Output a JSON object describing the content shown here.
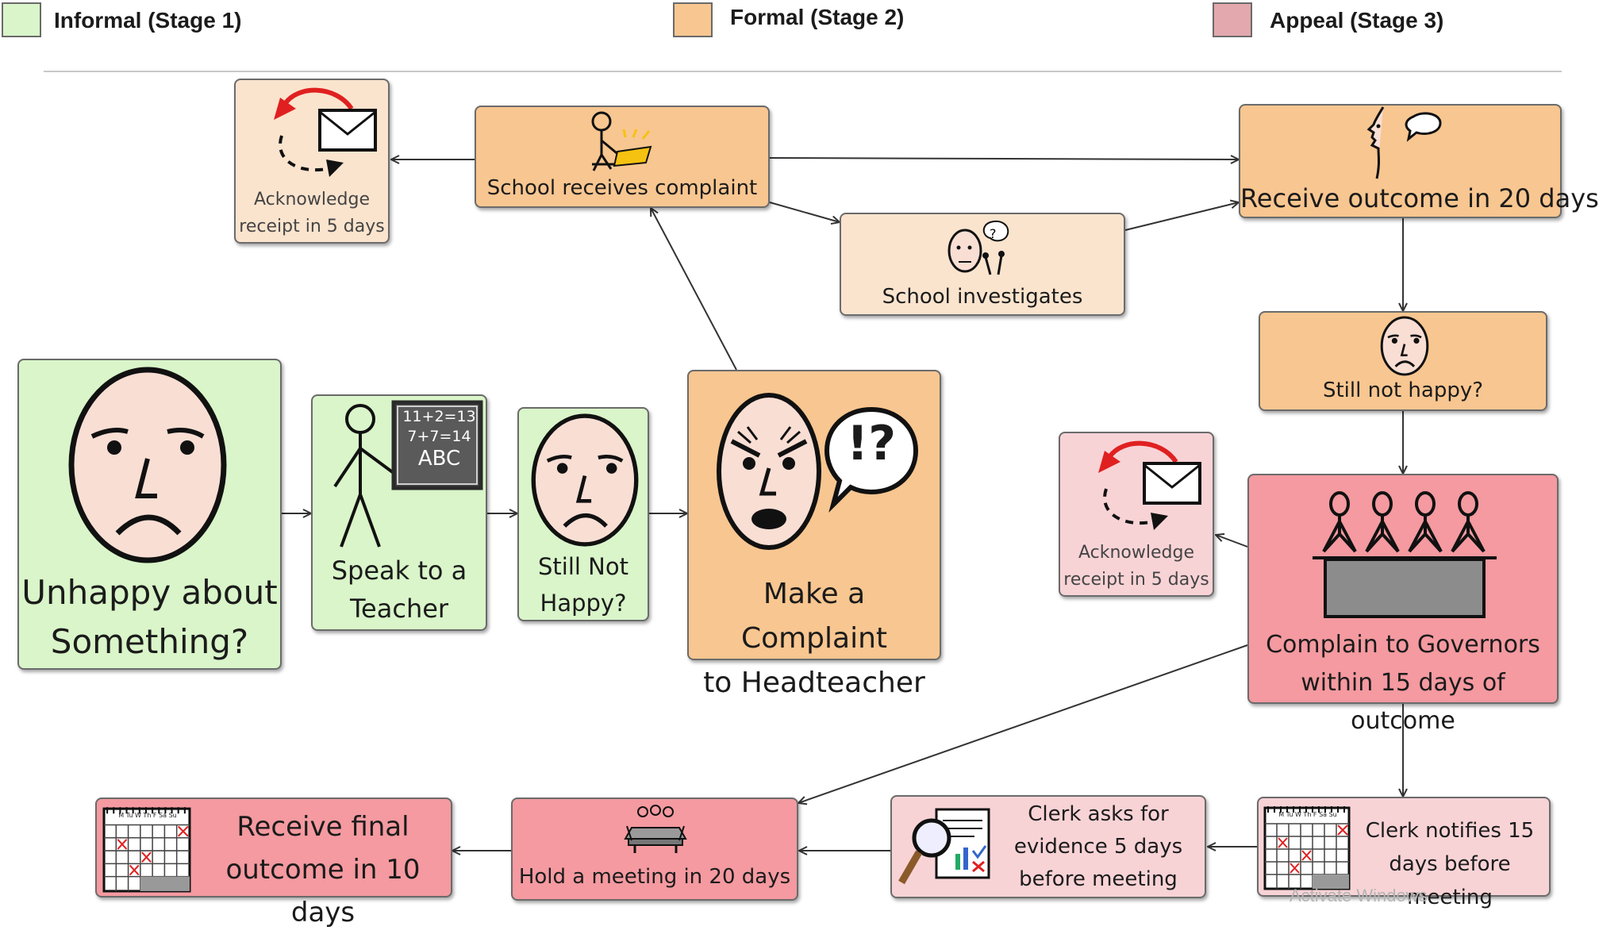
{
  "legend": [
    {
      "label": "Informal (Stage 1)",
      "color": "#d9f5c9"
    },
    {
      "label": "Formal (Stage 2)",
      "color": "#f8c690"
    },
    {
      "label": "Appeal (Stage 3)",
      "color": "#e3a8ad"
    }
  ],
  "colors": {
    "informal": "#d9f5c9",
    "formal": "#f8c690",
    "formal_light": "#fbe4ce",
    "appeal": "#f49aa0",
    "appeal_light": "#f8d3d6",
    "arrow": "#333333",
    "red_arrow": "#e02020"
  },
  "nodes": {
    "unhappy": {
      "label": "Unhappy about\nSomething?",
      "icon": "sad-face-icon"
    },
    "speak_teacher": {
      "label": "Speak to a\nTeacher",
      "icon": "teacher-blackboard-icon",
      "board_lines": [
        "11+2=13",
        "7+7=14",
        "ABC"
      ]
    },
    "still_not_happy_1": {
      "label": "Still Not\nHappy?",
      "icon": "sad-face-icon"
    },
    "make_complaint": {
      "label": "Make a Complaint\nto Headteacher",
      "icon": "angry-face-icon",
      "bubble": "!?"
    },
    "school_receives": {
      "label": "School receives complaint",
      "icon": "person-reading-icon"
    },
    "ack_formal": {
      "label": "Acknowledge\nreceipt in 5 days",
      "icon": "envelope-return-icon"
    },
    "school_investigates": {
      "label": "School investigates",
      "icon": "thinking-face-icon"
    },
    "receive_outcome": {
      "label": "Receive outcome in 20 days",
      "icon": "speaking-head-icon"
    },
    "still_not_happy_2": {
      "label": "Still not happy?",
      "icon": "sad-face-icon"
    },
    "complain_governors": {
      "label": "Complain to Governors\nwithin 15 days of outcome",
      "icon": "governors-meeting-icon"
    },
    "ack_appeal": {
      "label": "Acknowledge\nreceipt in 5 days",
      "icon": "envelope-return-icon"
    },
    "clerk_notifies": {
      "label": "Clerk notifies 15\ndays before meeting",
      "icon": "calendar-icon"
    },
    "clerk_evidence": {
      "label": "Clerk asks for\nevidence 5 days\nbefore meeting",
      "icon": "magnifier-documents-icon"
    },
    "hold_meeting": {
      "label": "Hold a meeting in 20 days",
      "icon": "meeting-table-icon"
    },
    "final_outcome": {
      "label": "Receive final\noutcome in 10 days",
      "icon": "calendar-icon"
    }
  },
  "calendar_days": "M Tu W Th F Sa Su",
  "watermark": "Activate Windows"
}
